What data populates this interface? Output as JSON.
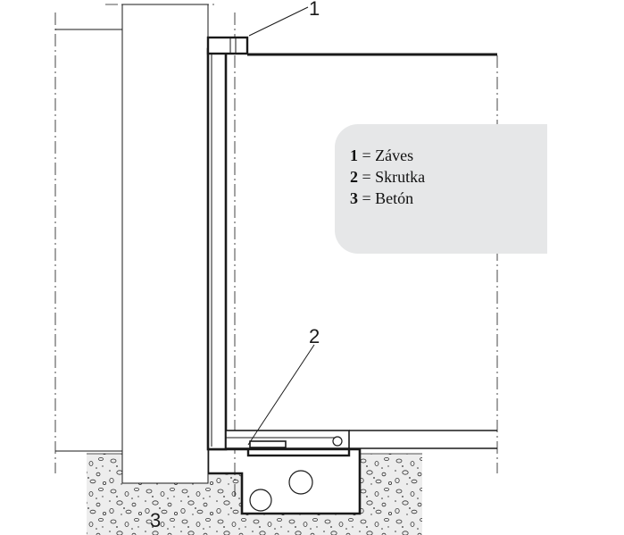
{
  "callouts": {
    "hinge_number": "1",
    "screw_number": "2",
    "concrete_number": "3"
  },
  "legend": {
    "items": [
      {
        "key": "1",
        "sep": " = ",
        "label": "Záves"
      },
      {
        "key": "2",
        "sep": " = ",
        "label": "Skrutka"
      },
      {
        "key": "3",
        "sep": " = ",
        "label": "Betón"
      }
    ]
  },
  "colors": {
    "line": "#1a1a1a",
    "legend_background": "#e6e7e8",
    "concrete": "#ececec"
  }
}
